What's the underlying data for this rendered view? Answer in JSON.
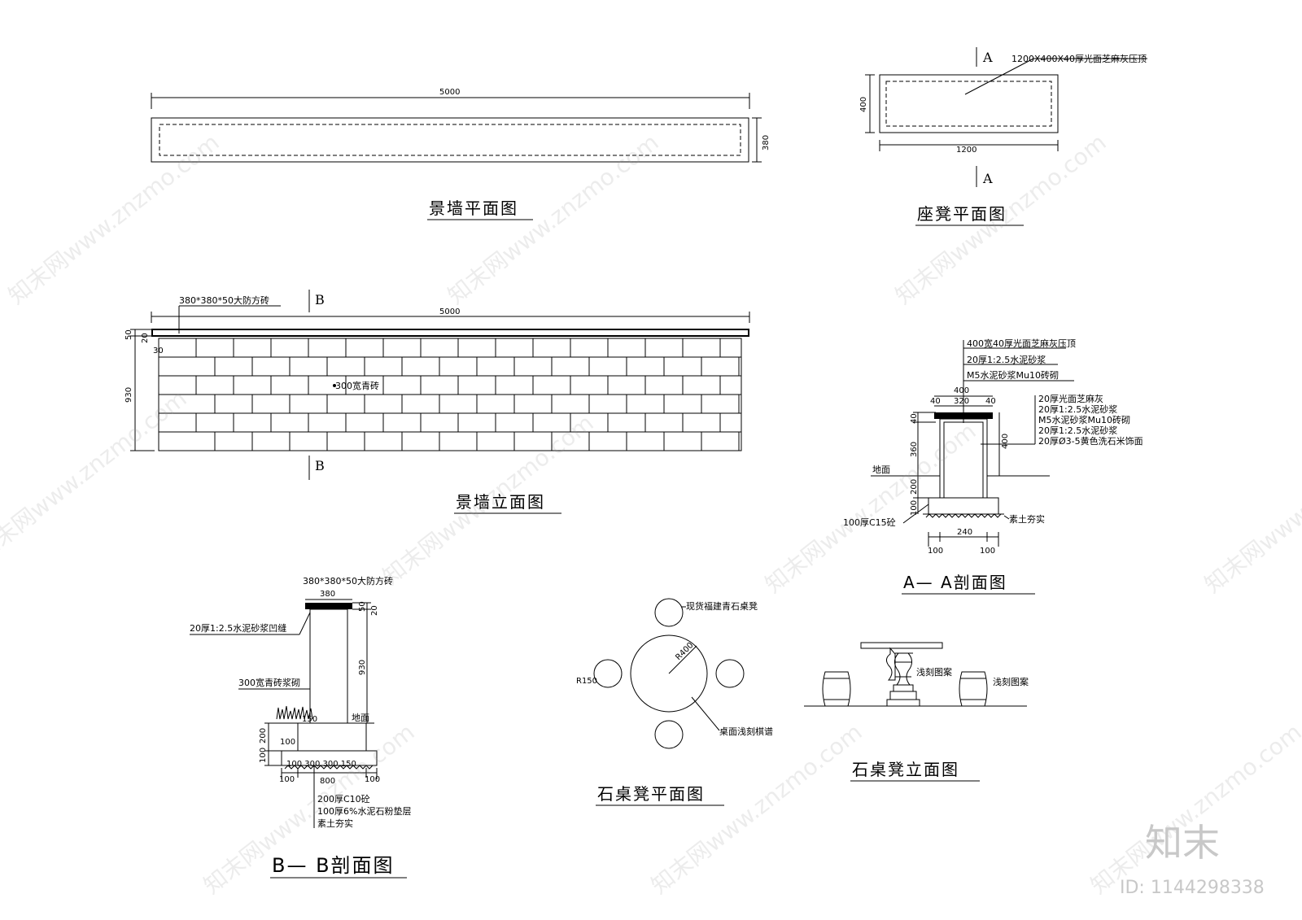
{
  "plan_wall": {
    "title": "景墙平面图",
    "dim_length": "5000",
    "dim_width": "380"
  },
  "plan_seat": {
    "title": "座凳平面图",
    "note": "1200X400X40厚光面芝麻灰压顶",
    "dim_length": "1200",
    "dim_width": "400",
    "mark": "A"
  },
  "elev_wall": {
    "title": "景墙立面图",
    "note_cap": "380*380*50大防方砖",
    "note_brick": "300宽青砖",
    "dim_length": "5000",
    "dim_50": "50",
    "dim_20": "20",
    "dim_30": "30",
    "dim_930": "930",
    "mark": "B"
  },
  "section_aa": {
    "title": "A— A剖面图",
    "notes_top": [
      "400宽40厚光面芝麻灰压顶",
      "20厚1:2.5水泥砂浆",
      "M5水泥砂浆Mu10砖砌"
    ],
    "notes_right": [
      "20厚光面芝麻灰",
      "20厚1:2.5水泥砂浆",
      "M5水泥砂浆Mu10砖砌",
      "20厚1:2.5水泥砂浆",
      "20厚Ø3-5黄色洗石米饰面"
    ],
    "dim_400": "400",
    "dim_40a": "40",
    "dim_320": "320",
    "dim_40b": "40",
    "dim_40v": "40",
    "dim_360": "360",
    "dim_200": "200",
    "dim_100": "100",
    "dim_400r": "400",
    "dim_240": "240",
    "dim_100a": "100",
    "dim_100b": "100",
    "ground": "地面",
    "footing": "100厚C15砼",
    "soil": "素土夯实"
  },
  "section_bb": {
    "title": "B— B剖面图",
    "note_cap": "380*380*50大防方砖",
    "dim_380": "380",
    "note_mortar": "20厚1:2.5水泥砂浆凹缝",
    "note_brick": "300宽青砖浆砌",
    "dim_50": "50",
    "dim_20": "20",
    "dim_930": "930",
    "dim_150": "150",
    "ground": "地面",
    "dim_200": "200",
    "dim_100v": "100",
    "dim_100h": "100",
    "dim_bottom": "100  300  300  150",
    "dim_100l": "100",
    "dim_800": "800",
    "dim_100r": "100",
    "notes_bottom": [
      "200厚C10砼",
      "100厚6%水泥石粉垫层",
      "素土夯实"
    ]
  },
  "plan_table": {
    "title": "石桌凳平面图",
    "note_stool": "现货福建青石桌凳",
    "dim_r400": "R400",
    "dim_r150": "R150",
    "note_top": "桌面浅刻棋谱"
  },
  "elev_table": {
    "title": "石桌凳立面图",
    "note_a": "浅刻图案",
    "note_b": "浅刻图案"
  },
  "watermark": {
    "text": "知末网www.znzmo.com",
    "brand": "知末",
    "id": "ID: 1144298338"
  }
}
